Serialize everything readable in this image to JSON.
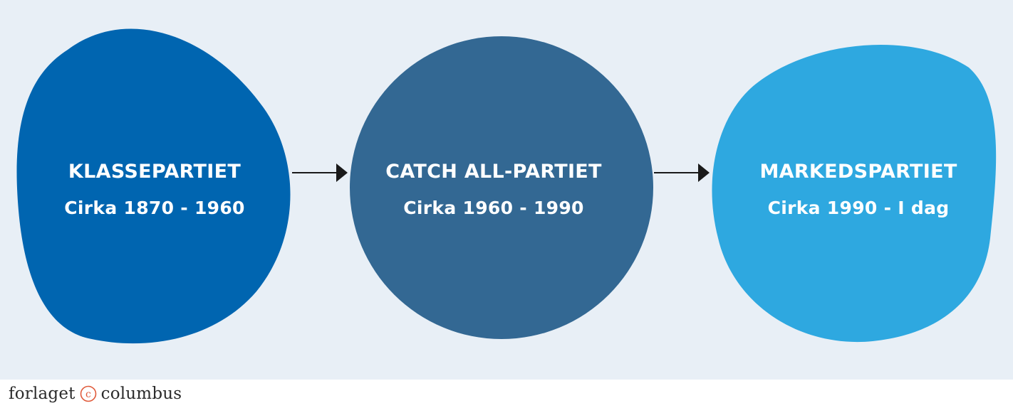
{
  "colors": {
    "background": "#e8eff6",
    "node_1": "#0065b0",
    "node_2": "#336893",
    "node_3": "#2ea8e0",
    "arrow": "#1a1a1a",
    "logo_accent": "#e05a3a"
  },
  "nodes": [
    {
      "title": "KLASSEPARTIET",
      "period": "Cirka 1870 - 1960"
    },
    {
      "title": "CATCH ALL-PARTIET",
      "period": "Cirka 1960 - 1990"
    },
    {
      "title": "MARKEDSPARTIET",
      "period": "Cirka 1990 - I dag"
    }
  ],
  "footer": {
    "logo_left": "forlaget",
    "logo_symbol": "c",
    "logo_right": "columbus"
  }
}
